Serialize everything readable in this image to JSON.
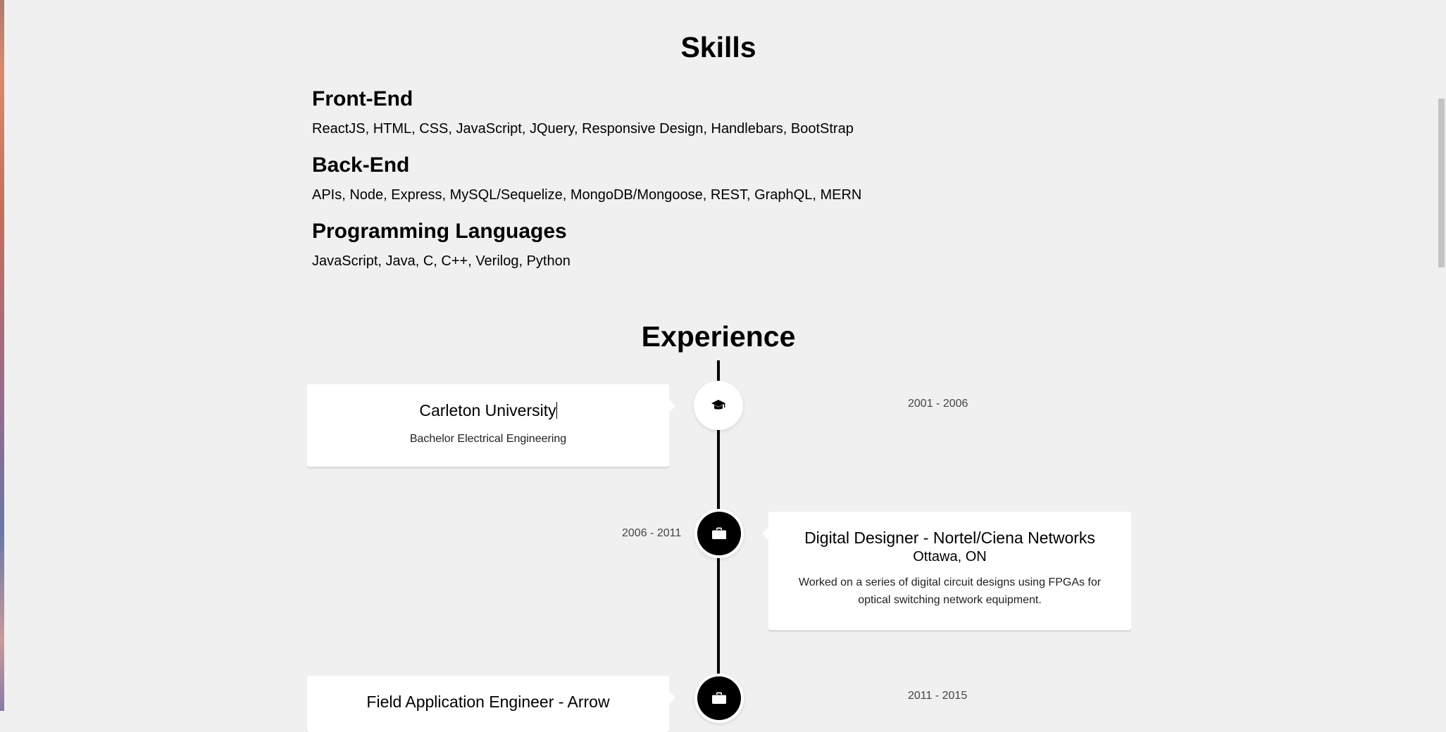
{
  "skills": {
    "title": "Skills",
    "groups": [
      {
        "heading": "Front-End",
        "items": "ReactJS, HTML, CSS, JavaScript, JQuery, Responsive Design, Handlebars, BootStrap"
      },
      {
        "heading": "Back-End",
        "items": "APIs, Node, Express, MySQL/Sequelize, MongoDB/Mongoose, REST, GraphQL, MERN"
      },
      {
        "heading": "Programming Languages",
        "items": "JavaScript, Java, C, C++, Verilog, Python"
      }
    ]
  },
  "experience": {
    "title": "Experience",
    "entries": [
      {
        "title": "Carleton University",
        "subtitle": "",
        "description": "Bachelor Electrical Engineering",
        "date": "2001 - 2006",
        "icon": "graduation-cap-icon"
      },
      {
        "title": "Digital Designer - Nortel/Ciena Networks",
        "subtitle": "Ottawa, ON",
        "description": "Worked on a series of digital circuit designs using FPGAs for optical switching network equipment.",
        "date": "2006 - 2011",
        "icon": "briefcase-icon"
      },
      {
        "title": "Field Application Engineer - Arrow",
        "subtitle": "",
        "description": "",
        "date": "2011 - 2015",
        "icon": "briefcase-icon"
      }
    ]
  },
  "colors": {
    "background": "#f0f0f0",
    "card": "#ffffff",
    "timeline": "#000000"
  }
}
